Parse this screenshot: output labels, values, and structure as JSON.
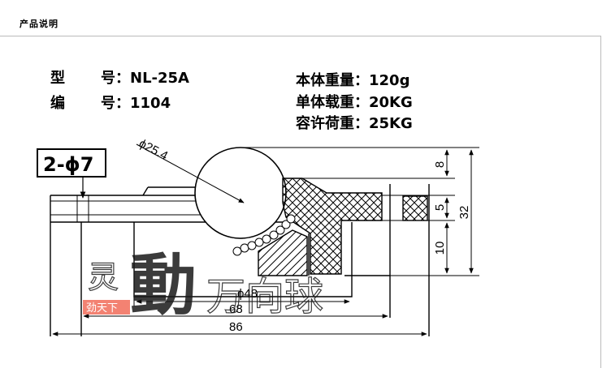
{
  "heading": "产品说明",
  "specs": {
    "model_label": "型",
    "model_value": "号：NL-25A",
    "code_label": "编",
    "code_value": "号：1104",
    "weight": "本体重量：120g",
    "single_load": "单体载重：20KG",
    "allowed_load": "容许荷重：25KG"
  },
  "drawing": {
    "hole_callout": "2-ϕ7",
    "ball_dia": "ϕ25.4",
    "dims": {
      "d48": "ϕ48",
      "w68": "68",
      "w86": "86",
      "h8": "8",
      "h5": "5",
      "h10": "10",
      "h32": "32"
    }
  },
  "watermark": {
    "text1": "灵",
    "text2": "動",
    "text3": "万向球",
    "stamp": "劲天下"
  },
  "colors": {
    "ink": "#000000",
    "frame": "#bbbbbb",
    "stamp": "#f26d5a",
    "watermark": "#1a1a1a"
  }
}
